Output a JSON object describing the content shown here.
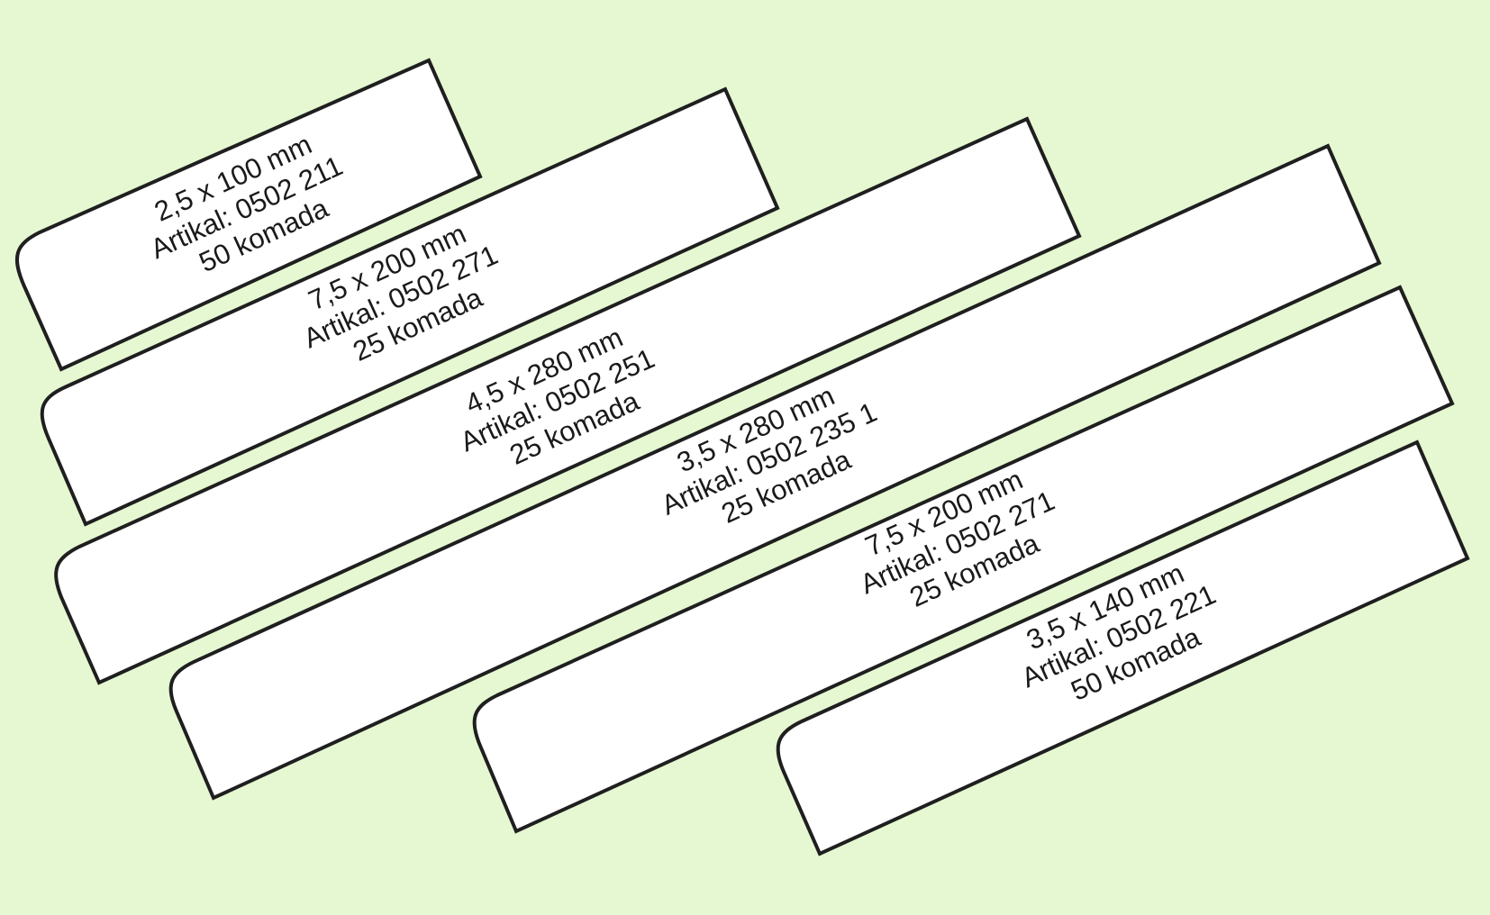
{
  "colors": {
    "background": "#e5f8d2",
    "strip_fill": "#ffffff",
    "strip_outline": "#1f1f1f",
    "text": "#1a1a1a"
  },
  "strips": [
    {
      "id": "strip-1",
      "size": "2,5 x 100 mm",
      "article": "Artikal: 0502 211",
      "quantity": "50 komada"
    },
    {
      "id": "strip-2",
      "size": "7,5 x 200 mm",
      "article": "Artikal: 0502 271",
      "quantity": "25 komada"
    },
    {
      "id": "strip-3",
      "size": "4,5 x 280 mm",
      "article": "Artikal: 0502 251",
      "quantity": "25 komada"
    },
    {
      "id": "strip-4",
      "size": "3,5 x 280 mm",
      "article": "Artikal: 0502 235 1",
      "quantity": "25 komada"
    },
    {
      "id": "strip-5",
      "size": "7,5 x 200 mm",
      "article": "Artikal: 0502 271",
      "quantity": "25 komada"
    },
    {
      "id": "strip-6",
      "size": "3,5 x 140 mm",
      "article": "Artikal: 0502 221",
      "quantity": "50 komada"
    }
  ]
}
